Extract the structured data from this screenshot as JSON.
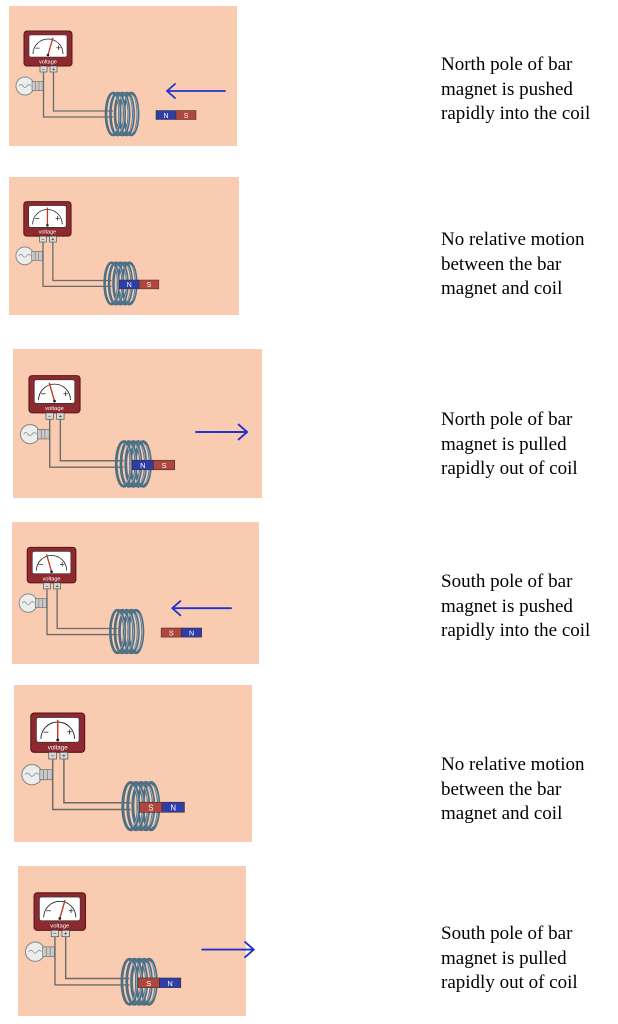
{
  "meter": {
    "label": "voltage",
    "minus": "−",
    "plus": "+",
    "terminal_minus": "−",
    "terminal_plus": "+"
  },
  "colors": {
    "panel_bg": "#f9cbb0",
    "meter_case": "#8c2a2f",
    "north_pole": "#2e3ea8",
    "south_pole": "#b0473e",
    "arrow": "#2233cc",
    "coil": "#4f6f84",
    "needle": "#c0392b"
  },
  "scenarios": [
    {
      "id": "s1",
      "caption": [
        "North pole of bar",
        "magnet is pushed",
        "rapidly into the coil"
      ],
      "magnet": {
        "near_pole": "N",
        "far_pole": "S",
        "position": "outside-right"
      },
      "arrow": "left",
      "needle_deflection": "right"
    },
    {
      "id": "s2",
      "caption": [
        "No relative motion",
        "between the bar",
        "magnet and coil"
      ],
      "magnet": {
        "near_pole": "N",
        "far_pole": "S",
        "position": "inside"
      },
      "arrow": "none",
      "needle_deflection": "center"
    },
    {
      "id": "s3",
      "caption": [
        "North pole of bar",
        "magnet is pulled",
        "rapidly out of coil"
      ],
      "magnet": {
        "near_pole": "N",
        "far_pole": "S",
        "position": "inside"
      },
      "arrow": "right",
      "needle_deflection": "left"
    },
    {
      "id": "s4",
      "caption": [
        "South pole of bar",
        "magnet is pushed",
        "rapidly into the coil"
      ],
      "magnet": {
        "near_pole": "S",
        "far_pole": "N",
        "position": "outside-right"
      },
      "arrow": "left",
      "needle_deflection": "left"
    },
    {
      "id": "s5",
      "caption": [
        "No relative motion",
        "between the bar",
        "magnet and coil"
      ],
      "magnet": {
        "near_pole": "S",
        "far_pole": "N",
        "position": "inside"
      },
      "arrow": "none",
      "needle_deflection": "center"
    },
    {
      "id": "s6",
      "caption": [
        "South pole of bar",
        "magnet is pulled",
        "rapidly out of coil"
      ],
      "magnet": {
        "near_pole": "S",
        "far_pole": "N",
        "position": "inside"
      },
      "arrow": "right",
      "needle_deflection": "right"
    }
  ]
}
